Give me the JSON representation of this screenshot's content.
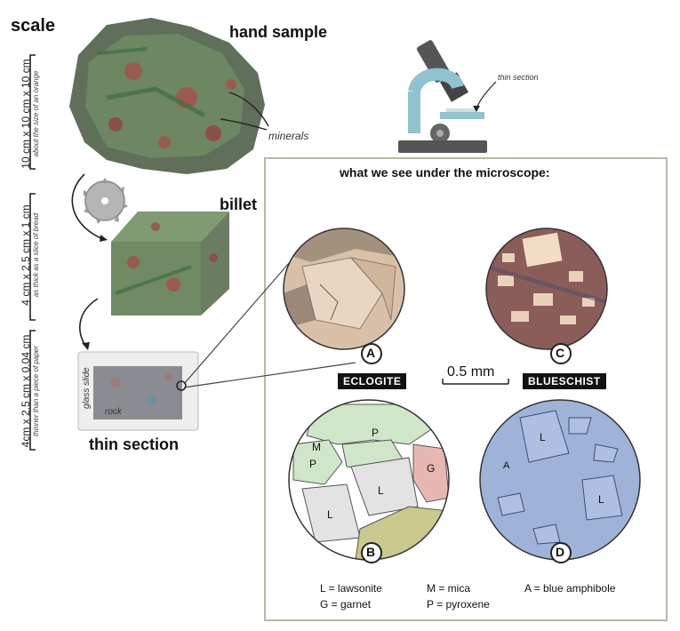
{
  "labels": {
    "scale": "scale",
    "hand_sample": "hand sample",
    "minerals": "minerals",
    "billet": "billet",
    "thin_section": "thin section",
    "thin_section_small": "thin section",
    "glass_slide": "glass slide",
    "rock": "rock",
    "microscope_title": "what we see under the microscope:",
    "scale_bar": "0.5 mm",
    "eclogite": "ECLOGITE",
    "blueschist": "BLUESCHIST"
  },
  "dimensions": [
    {
      "main": "10 cm x 10 cm x 10 cm",
      "sub": "about the size of an orange"
    },
    {
      "main": "4 cm x 2.5 cm x 1 cm",
      "sub": "as thick as a slice of bread"
    },
    {
      "main": "4cm x 2.5 cm x 0.04 cm",
      "sub": "thinner than a piece of paper"
    }
  ],
  "circles": {
    "a": "A",
    "b": "B",
    "c": "C",
    "d": "D"
  },
  "diagram_letters": {
    "b_m": "M",
    "b_p1": "P",
    "b_p2": "P",
    "b_g": "G",
    "b_l1": "L",
    "b_l2": "L",
    "d_l1": "L",
    "d_a": "A",
    "d_l2": "L"
  },
  "legend": [
    {
      "text": "L = lawsonite"
    },
    {
      "text": "M = mica"
    },
    {
      "text": "A = blue amphibole"
    },
    {
      "text": "G = garnet"
    },
    {
      "text": "P = pyroxene"
    }
  ],
  "colors": {
    "rock_green": "#5f8a5c",
    "rock_red": "#9a5a52",
    "microscope_blue": "#8fc3cf",
    "eclogite_green": "#cfe6c8",
    "eclogite_pink": "#e9b7b2",
    "eclogite_olive": "#c9c88d",
    "blueschist_blue": "#9fb3d9",
    "panel_border": "#b9b9a8"
  }
}
